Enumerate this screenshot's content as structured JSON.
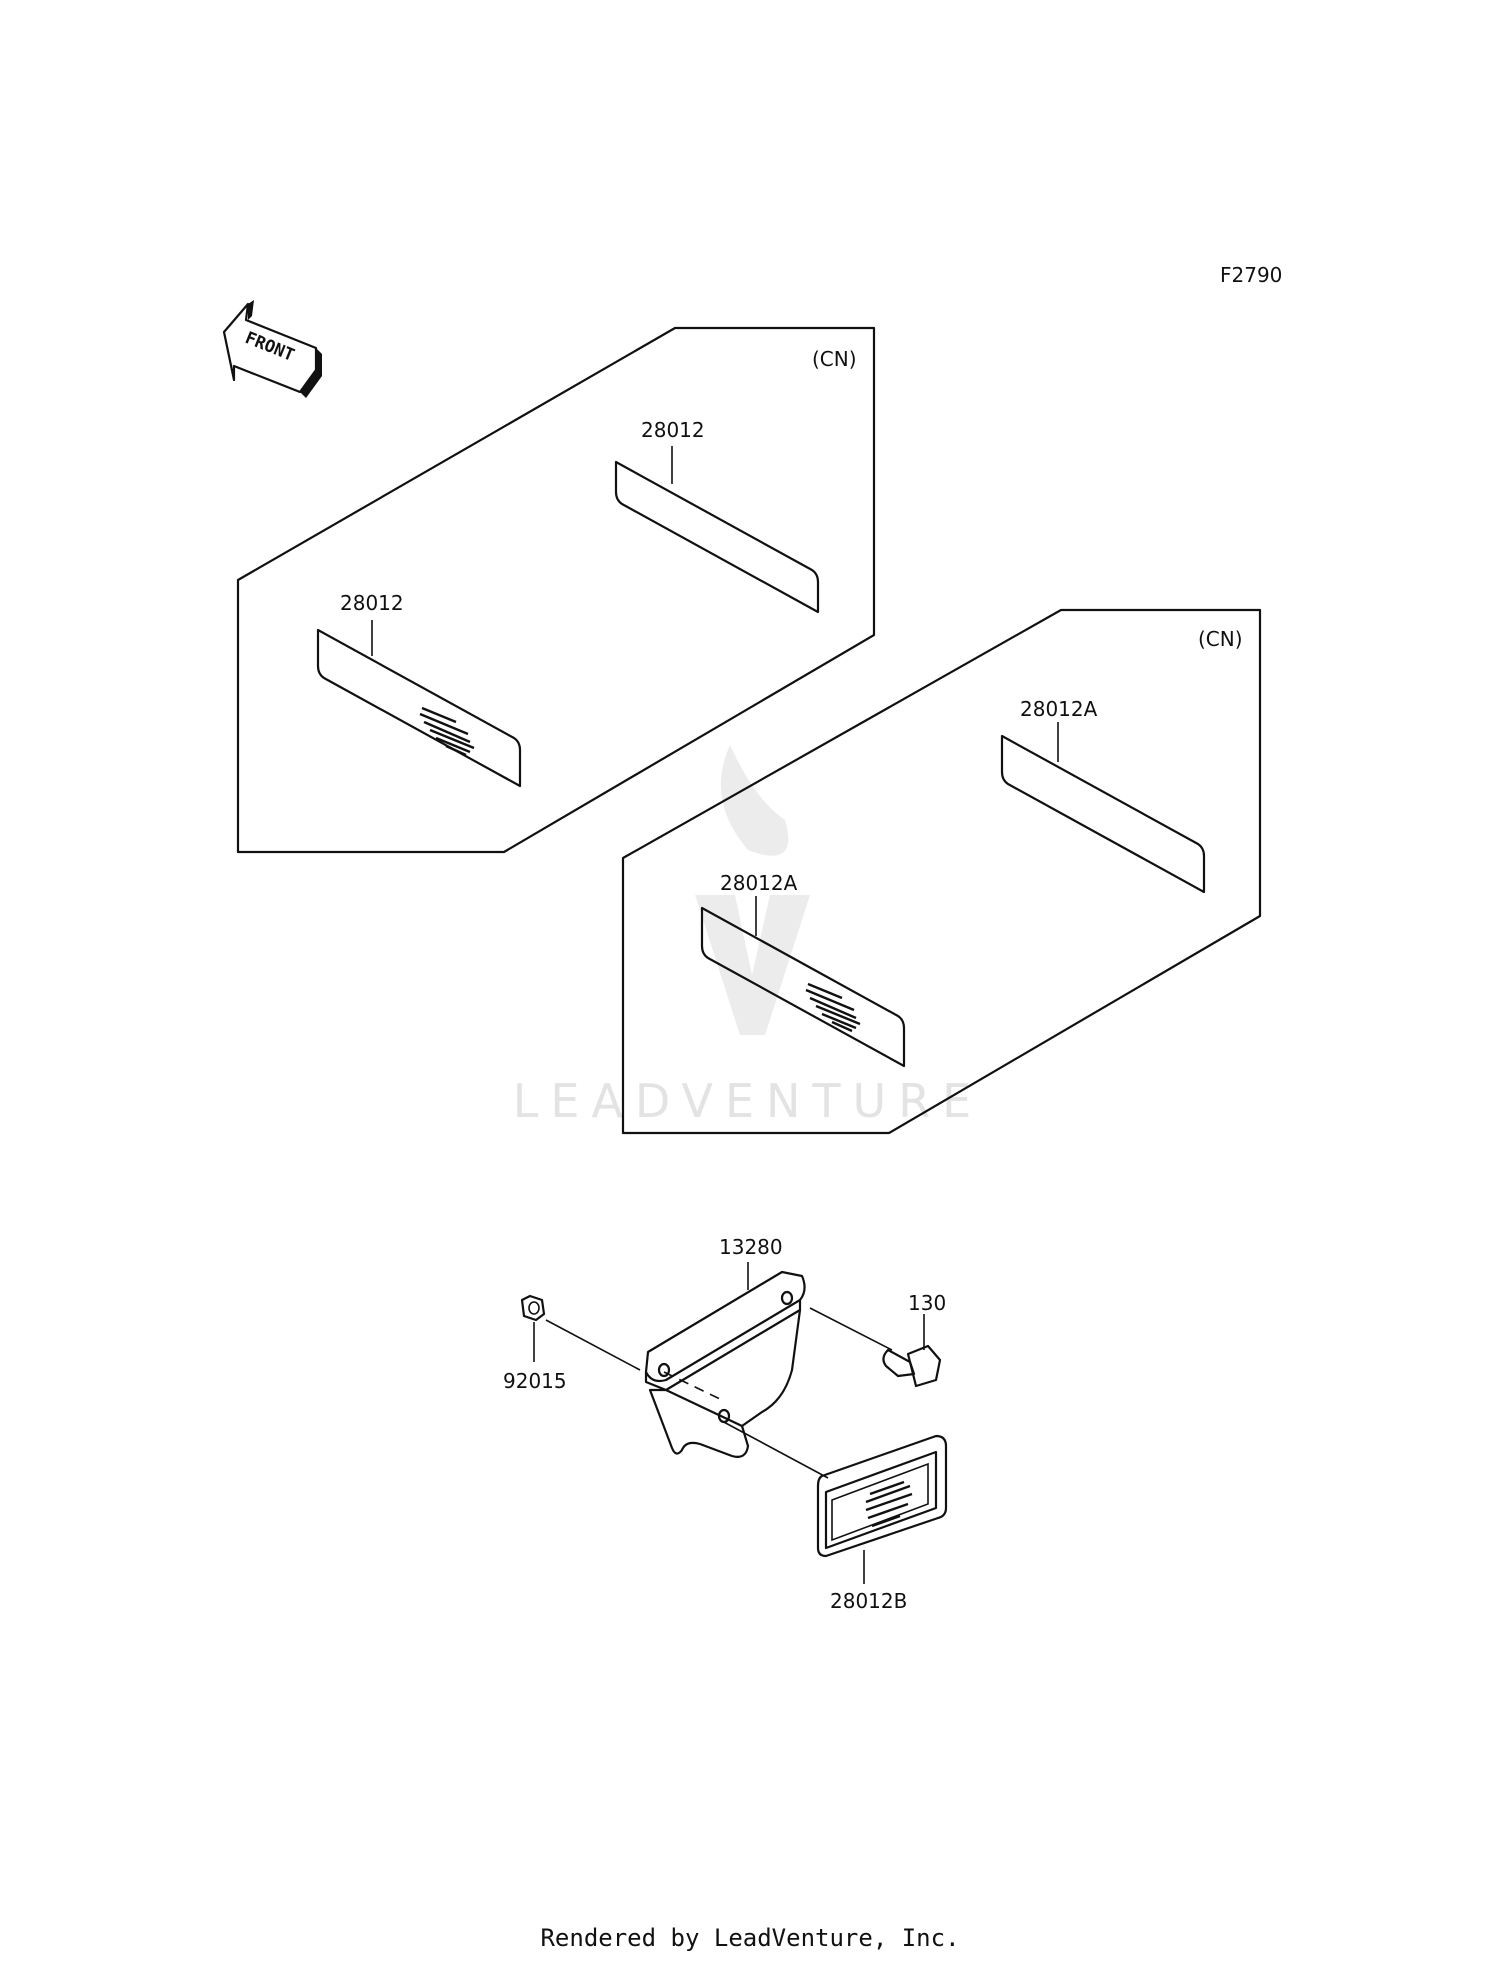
{
  "diagram": {
    "figure_code": "F2790",
    "front_label": "FRONT",
    "watermark": "LEADVENTURE",
    "panel_1": {
      "region_label": "(CN)",
      "part_upper": "28012",
      "part_lower": "28012"
    },
    "panel_2": {
      "region_label": "(CN)",
      "part_upper": "28012A",
      "part_lower": "28012A"
    },
    "assembly": {
      "bracket": "13280",
      "bolt": "130",
      "nut": "92015",
      "reflector": "28012B"
    }
  },
  "footer": {
    "text": "Rendered by LeadVenture, Inc."
  }
}
